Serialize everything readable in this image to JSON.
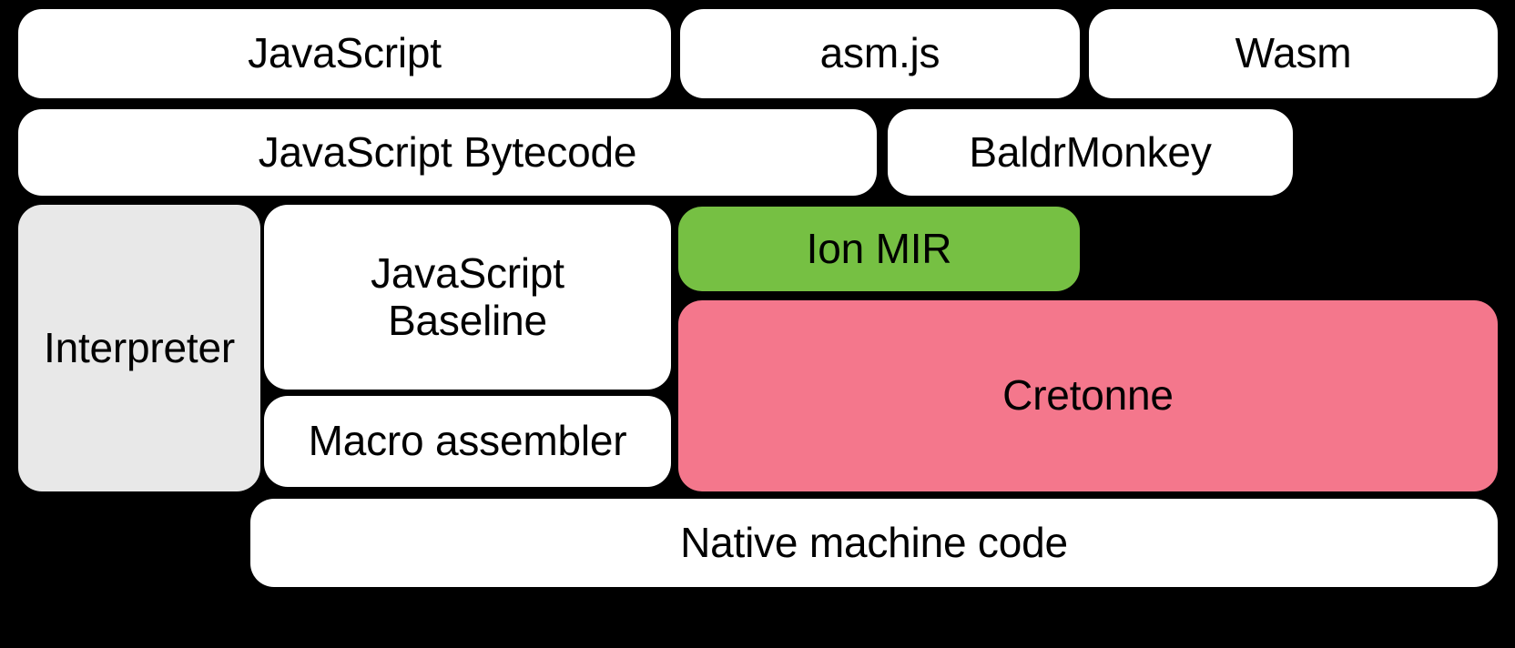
{
  "diagram": {
    "title": "SpiderMonkey compilation pipeline layer diagram",
    "background_color": "#000000",
    "colors": {
      "white": "#FFFFFF",
      "gray": "#E8E8E8",
      "green": "#76C043",
      "pink": "#F4778C",
      "text": "#000000"
    },
    "rows": [
      {
        "name": "source-languages",
        "nodes": [
          {
            "id": "javascript",
            "label": "JavaScript",
            "color": "#FFFFFF"
          },
          {
            "id": "asmjs",
            "label": "asm.js",
            "color": "#FFFFFF"
          },
          {
            "id": "wasm",
            "label": "Wasm",
            "color": "#FFFFFF"
          }
        ]
      },
      {
        "name": "front-ends",
        "nodes": [
          {
            "id": "js_bytecode",
            "label": "JavaScript Bytecode",
            "color": "#FFFFFF"
          },
          {
            "id": "baldrmonkey",
            "label": "BaldrMonkey",
            "color": "#FFFFFF"
          }
        ]
      },
      {
        "name": "execution-tiers",
        "nodes": [
          {
            "id": "interpreter",
            "label": "Interpreter",
            "color": "#E8E8E8"
          },
          {
            "id": "js_baseline",
            "label": "JavaScript\nBaseline",
            "color": "#FFFFFF"
          },
          {
            "id": "macro_assembler",
            "label": "Macro assembler",
            "color": "#FFFFFF"
          },
          {
            "id": "ion_mir",
            "label": "Ion MIR",
            "color": "#76C043"
          },
          {
            "id": "cretonne",
            "label": "Cretonne",
            "color": "#F4778C"
          }
        ]
      },
      {
        "name": "output",
        "nodes": [
          {
            "id": "native_code",
            "label": "Native machine code",
            "color": "#FFFFFF"
          }
        ]
      }
    ]
  }
}
